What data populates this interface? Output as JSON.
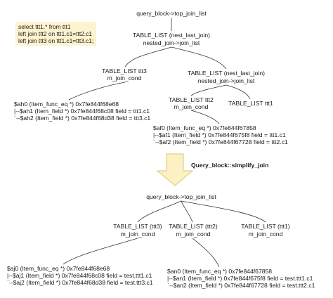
{
  "sql": {
    "lines": [
      "select ttt1.* from ttt1",
      "left join ttt2 on ttt1.c1=ttt2.c1",
      "left join ttt3 on ttt1.c1=ttt3.c1;"
    ],
    "background": "#fdf3cf"
  },
  "before": {
    "root": "query_block->top_join_list",
    "outer_list": {
      "line1": "TABLE_LIST (nest_last_join)",
      "line2": "nested_join->join_list"
    },
    "ttt3": {
      "line1": "TABLE_LIST ttt3",
      "line2": "m_join_cond"
    },
    "inner_list": {
      "line1": "TABLE_LIST (nest_last_join)",
      "line2": "nested_join->join_list"
    },
    "ttt2": {
      "line1": "TABLE_LIST ttt2",
      "line2": "m_join_cond"
    },
    "ttt1": "TABLE_LIST ttt1",
    "cond_ah": [
      "$ah0 (Item_func_eq *) 0x7fe844f68e68",
      "|--$ah1 (Item_field *) 0x7fe844f68c08 field = ttt1.c1",
      "`--$ah2 (Item_field *) 0x7fe844f68d38 field = ttt3.c1"
    ],
    "cond_af": [
      "$af0 (Item_func_eq *) 0x7fe844f67858",
      "|--$af1 (Item_field *) 0x7fe844f675f8 field = ttt1.c1",
      "`--$af2 (Item_field *) 0x7fe844f67728 field = ttt2.c1"
    ]
  },
  "transform": {
    "label": "Query_block::simplify_join",
    "arrow_color": "#fdf1c4",
    "arrow_border": "#d9c57a"
  },
  "after": {
    "root": "query_block->top_join_list",
    "ttt3": {
      "line1": "TABLE_LIST (ttt3)",
      "line2": "m_join_cond"
    },
    "ttt2": {
      "line1": "TABLE_LIST (ttt2)",
      "line2": "m_join_cond"
    },
    "ttt1": {
      "line1": "TABLE_LIST (ttt1)",
      "line2": "m_join_cond"
    },
    "cond_aj": [
      "$aj0 (Item_func_eq *) 0x7fe844f68e68",
      "|--$aj1 (Item_field *) 0x7fe844f68c08 field = test.ttt1.c1",
      "`--$aj2 (Item_field *) 0x7fe844f68d38 field = test.ttt3.c1"
    ],
    "cond_an": [
      "$an0 (Item_func_eq *) 0x7fe844f67858",
      "|--$an1 (Item_field *) 0x7fe844f675f8 field = test.ttt1.c1",
      "`--$an2 (Item_field *) 0x7fe844f67728 field = test.ttt2.c1"
    ]
  }
}
